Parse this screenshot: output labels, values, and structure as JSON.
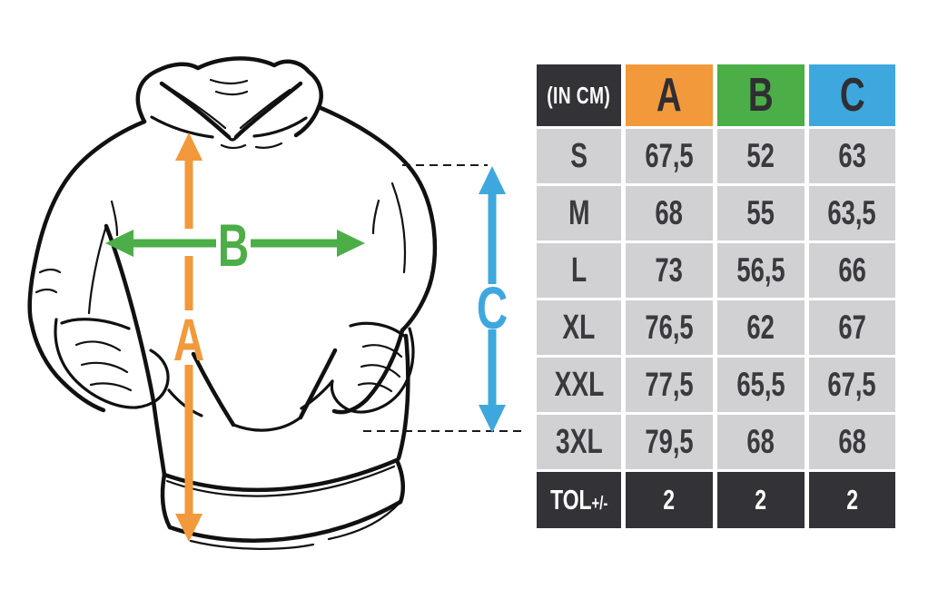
{
  "page": {
    "background": "#ffffff"
  },
  "diagram": {
    "subject": "hoodie-line-drawing",
    "arrow_labels": {
      "a": "A",
      "b": "B",
      "c": "C"
    },
    "colors": {
      "arrow_a": "#F2993B",
      "arrow_b": "#4BAE46",
      "arrow_c": "#3EA8DE",
      "outline": "#111111"
    }
  },
  "chart_data": {
    "type": "table",
    "unit_label": "(IN CM)",
    "columns": [
      "A",
      "B",
      "C"
    ],
    "header_colors": {
      "label": "#333237",
      "A": "#F2993B",
      "B": "#4BAE46",
      "C": "#3EA8DE"
    },
    "row_background": "#D1D1D3",
    "tolerance_background": "#333237",
    "rows": [
      {
        "label": "S",
        "a": "67,5",
        "b": "52",
        "c": "63"
      },
      {
        "label": "M",
        "a": "68",
        "b": "55",
        "c": "63,5"
      },
      {
        "label": "L",
        "a": "73",
        "b": "56,5",
        "c": "66"
      },
      {
        "label": "XL",
        "a": "76,5",
        "b": "62",
        "c": "67"
      },
      {
        "label": "XXL",
        "a": "77,5",
        "b": "65,5",
        "c": "67,5"
      },
      {
        "label": "3XL",
        "a": "79,5",
        "b": "68",
        "c": "68"
      },
      {
        "label": "TOL",
        "label_suffix": "+/-",
        "a": "2",
        "b": "2",
        "c": "2"
      }
    ]
  }
}
